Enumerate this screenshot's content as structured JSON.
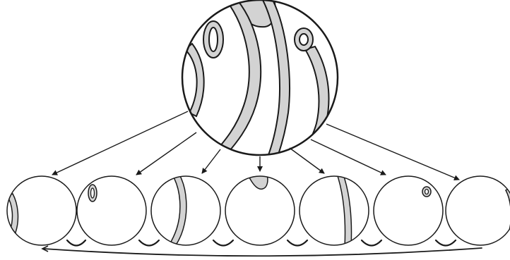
{
  "colors": {
    "band_fill": "#d3d3d3",
    "stroke": "#1a1a1a",
    "background": "#ffffff"
  },
  "diagram": {
    "main_sphere": {
      "features": [
        "left-arc-band",
        "oval-loop",
        "top-wedge-band",
        "diagonal-band-1",
        "diagonal-band-2",
        "center-band",
        "ring-oval",
        "right-band"
      ]
    },
    "small_spheres": [
      {
        "feature": "left-arc-band"
      },
      {
        "feature": "oval-loop"
      },
      {
        "feature": "diagonal-band"
      },
      {
        "feature": "top-wedge"
      },
      {
        "feature": "vertical-band"
      },
      {
        "feature": "ring-oval"
      },
      {
        "feature": "right-edge-band"
      }
    ],
    "arrow_count": 7,
    "connector_count": 6
  }
}
